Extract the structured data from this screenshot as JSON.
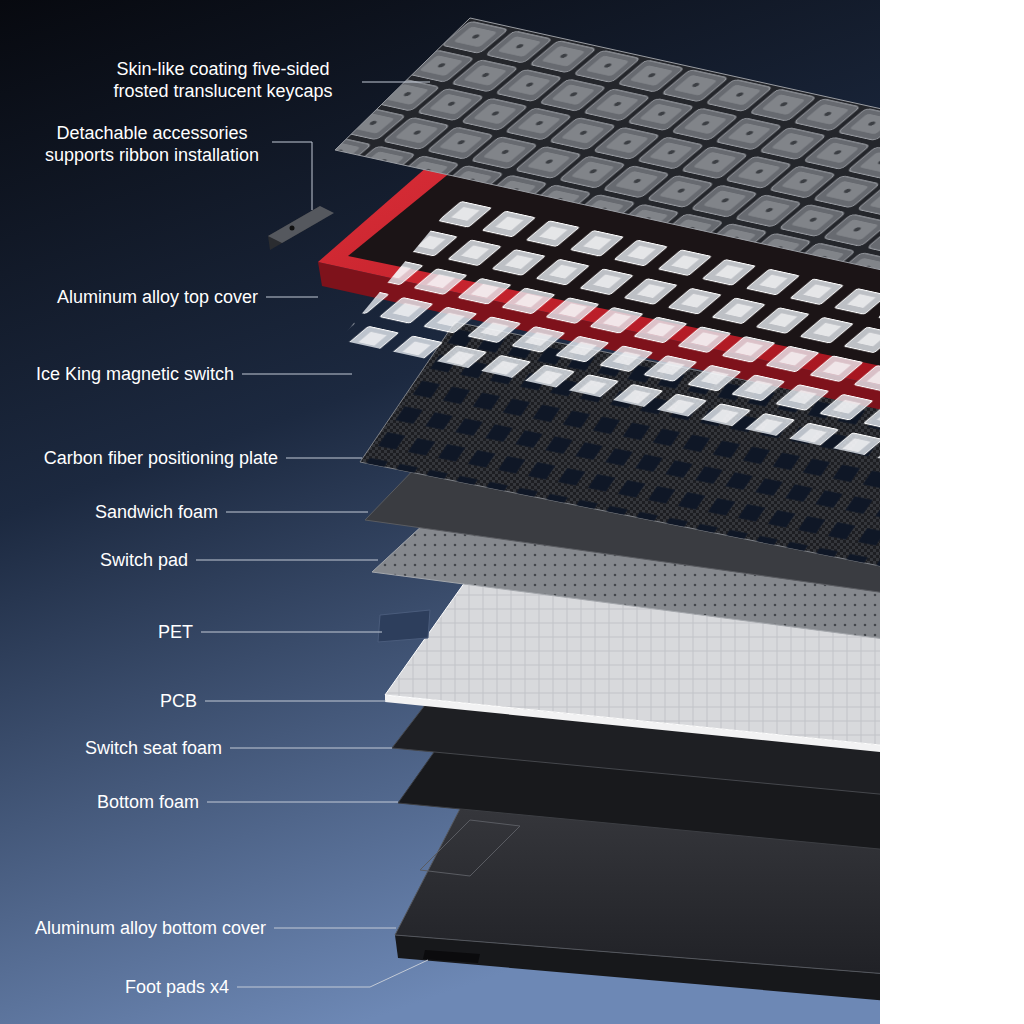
{
  "diagram": {
    "labels": [
      "Skin-like coating five-sided frosted translucent keycaps",
      "Detachable accessories supports ribbon installation",
      "Aluminum alloy top cover",
      "Ice King magnetic switch",
      "Carbon fiber positioning plate",
      "Sandwich foam",
      "Switch pad",
      "PET",
      "PCB",
      "Switch seat foam",
      "Bottom foam",
      "Aluminum alloy bottom cover",
      "Foot pads x4"
    ]
  }
}
